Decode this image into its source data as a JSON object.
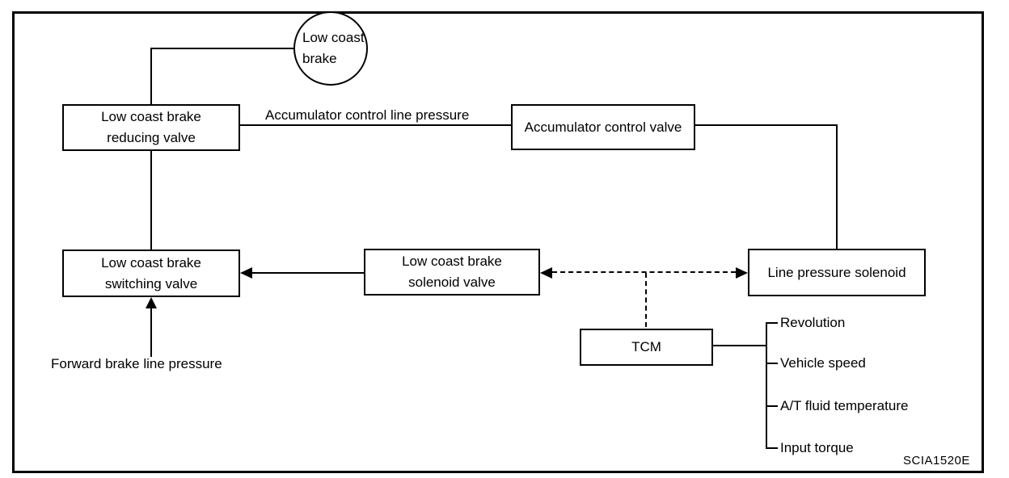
{
  "figure_code": "SCIA1520E",
  "colors": {
    "line": "#000000",
    "background": "#ffffff"
  },
  "nodes": {
    "low_coast_brake_circle": {
      "label": "Low coast\nbrake"
    },
    "reducing_valve": {
      "label": "Low coast brake\nreducing valve"
    },
    "accumulator_control_valve": {
      "label": "Accumulator control valve"
    },
    "switching_valve": {
      "label": "Low coast brake\nswitching valve"
    },
    "solenoid_valve": {
      "label": "Low coast brake\nsolenoid valve"
    },
    "line_pressure_solenoid": {
      "label": "Line pressure solenoid"
    },
    "tcm": {
      "label": "TCM"
    }
  },
  "edge_labels": {
    "accumulator_control_line_pressure": "Accumulator control line pressure",
    "forward_brake_line_pressure": "Forward brake line pressure"
  },
  "tcm_inputs": [
    "Revolution",
    "Vehicle speed",
    "A/T fluid temperature",
    "Input torque"
  ]
}
